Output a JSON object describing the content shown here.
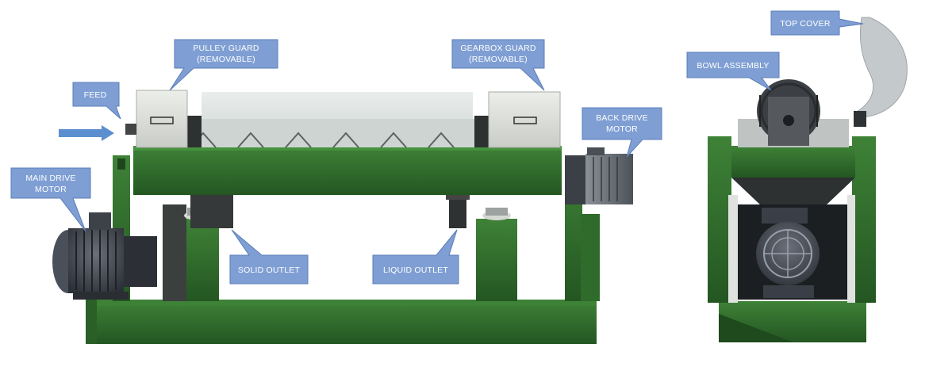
{
  "callouts": {
    "feed": "FEED",
    "pulley_guard": [
      "PULLEY  GUARD",
      "(REMOVABLE)"
    ],
    "gearbox_guard": [
      "GEARBOX GUARD",
      "(REMOVABLE)"
    ],
    "back_drive_motor": [
      "BACK DRIVE",
      "MOTOR"
    ],
    "main_drive_motor": [
      "MAIN DRIVE",
      "MOTOR"
    ],
    "solid_outlet": "SOLID OUTLET",
    "liquid_outlet": "LIQUID OUTLET",
    "bowl_assembly": "BOWL ASSEMBLY",
    "top_cover": "TOP COVER"
  },
  "colors": {
    "frame_green": "#2f6b2a",
    "frame_green_light": "#3e8237",
    "frame_green_dark": "#234f20",
    "callout_fill": "#7f9fd4",
    "callout_stroke": "#5a7cb8",
    "guard_grey": "#d8dad6",
    "cover_grey": "#c4c9cc",
    "motor_dark": "#3a3f47",
    "feed_arrow": "#5b8fd0"
  },
  "icons": {
    "feed_arrow": "arrow-right-icon",
    "fan": "motor-fan-icon"
  }
}
